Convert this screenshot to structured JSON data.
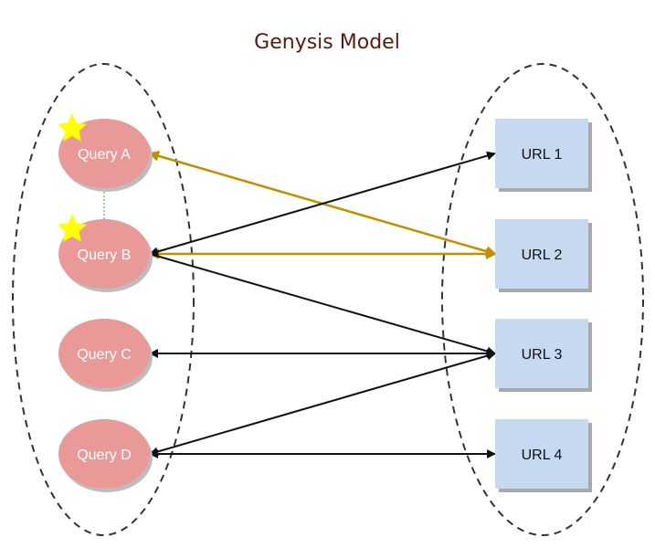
{
  "title": "Genysis Model",
  "queries": [
    {
      "id": "qa",
      "label": "Query A",
      "starred": true
    },
    {
      "id": "qb",
      "label": "Query B",
      "starred": true
    },
    {
      "id": "qc",
      "label": "Query C",
      "starred": false
    },
    {
      "id": "qd",
      "label": "Query D",
      "starred": false
    }
  ],
  "urls": [
    {
      "id": "u1",
      "label": "URL 1"
    },
    {
      "id": "u2",
      "label": "URL 2"
    },
    {
      "id": "u3",
      "label": "URL 3"
    },
    {
      "id": "u4",
      "label": "URL 4"
    }
  ],
  "links": [
    {
      "from": "qa",
      "to": "u2",
      "style": "gold",
      "arrow_start": true,
      "arrow_end": true
    },
    {
      "from": "qb",
      "to": "u2",
      "style": "gold",
      "arrow_start": true,
      "arrow_end": true
    },
    {
      "from": "qb",
      "to": "u1",
      "style": "black",
      "arrow_start": true,
      "arrow_end": true
    },
    {
      "from": "qb",
      "to": "u3",
      "style": "black",
      "arrow_start": false,
      "arrow_end": true
    },
    {
      "from": "qc",
      "to": "u3",
      "style": "black",
      "arrow_start": true,
      "arrow_end": true
    },
    {
      "from": "qd",
      "to": "u3",
      "style": "black",
      "arrow_start": true,
      "arrow_end": true
    },
    {
      "from": "qd",
      "to": "u4",
      "style": "black",
      "arrow_start": true,
      "arrow_end": true
    },
    {
      "from": "qa",
      "to": "qb",
      "style": "dotted-green",
      "arrow_start": false,
      "arrow_end": false
    }
  ],
  "colors": {
    "title": "#5a1a10",
    "query_fill": "#ea9999",
    "query_shadow": "#bdbdbd",
    "url_fill": "#c6d9f1",
    "url_shadow": "#a9a9a9",
    "gold": "#bf9000",
    "black": "#111111",
    "dotted_green": "#7bc47b",
    "star": "#ffff00",
    "group_border": "#333333"
  }
}
